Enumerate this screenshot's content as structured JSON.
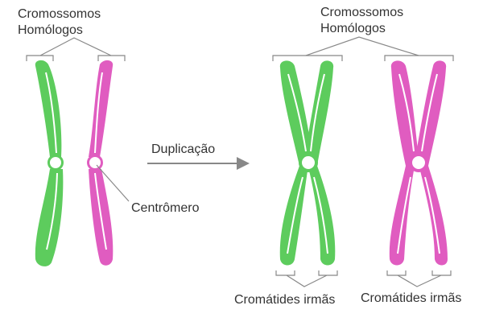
{
  "labels": {
    "left_homologs_line1": "Cromossomos",
    "left_homologs_line2": "Homólogos",
    "right_homologs_line1": "Cromossomos",
    "right_homologs_line2": "Homólogos",
    "process": "Duplicação",
    "centromere": "Centrômero",
    "sister_left": "Cromátides irmãs",
    "sister_right": "Cromátides irmãs"
  },
  "colors": {
    "green": "#5dcc5d",
    "magenta": "#e05cc0",
    "line": "#888888",
    "arrow": "#888888",
    "text": "#333333"
  }
}
